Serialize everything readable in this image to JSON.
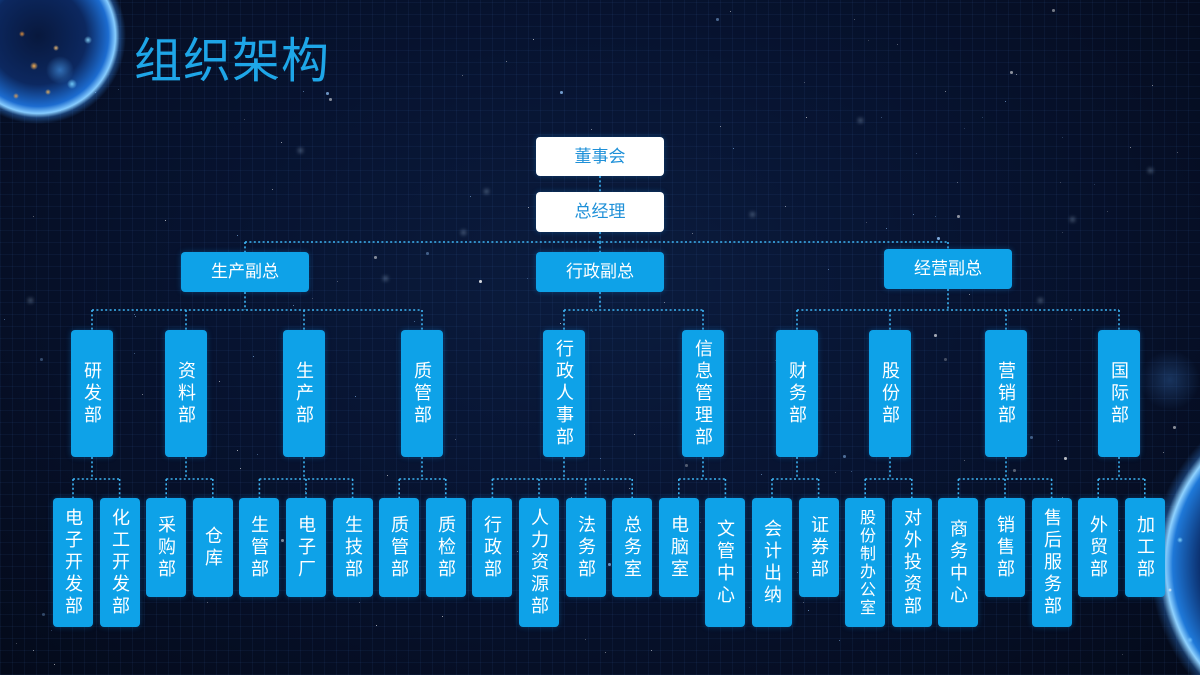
{
  "slide": {
    "title": "组织架构"
  },
  "colors": {
    "background": "#040a1a",
    "title": "#1ea6e8",
    "box_fill": "#0ea2e8",
    "box_text": "#ffffff",
    "top_box_fill": "#ffffff",
    "top_box_text": "#1e90d8",
    "connector": "#3db4f3"
  },
  "org": {
    "board": "董事会",
    "general_manager": "总经理",
    "vice_presidents": [
      {
        "label": "生产副总",
        "departments": [
          {
            "label": "研发部",
            "units": [
              "电子开发部",
              "化工开发部"
            ]
          },
          {
            "label": "资料部",
            "units": [
              "采购部",
              "仓库"
            ]
          },
          {
            "label": "生产部",
            "units": [
              "生管部",
              "电子厂",
              "生技部"
            ]
          },
          {
            "label": "质管部",
            "units": [
              "质管部",
              "质检部"
            ]
          }
        ]
      },
      {
        "label": "行政副总",
        "departments": [
          {
            "label": "行政人事部",
            "units": [
              "行政部",
              "人力资源部",
              "法务部",
              "总务室"
            ]
          },
          {
            "label": "信息管理部",
            "units": [
              "电脑室",
              "文管中心"
            ]
          }
        ]
      },
      {
        "label": "经营副总",
        "departments": [
          {
            "label": "财务部",
            "units": [
              "会计出纳",
              "证券部"
            ]
          },
          {
            "label": "股份部",
            "units": [
              "股份制办公室",
              "对外投资部"
            ]
          },
          {
            "label": "营销部",
            "units": [
              "商务中心",
              "销售部",
              "售后服务部"
            ]
          },
          {
            "label": "国际部",
            "units": [
              "外贸部",
              "加工部"
            ]
          }
        ]
      }
    ]
  }
}
